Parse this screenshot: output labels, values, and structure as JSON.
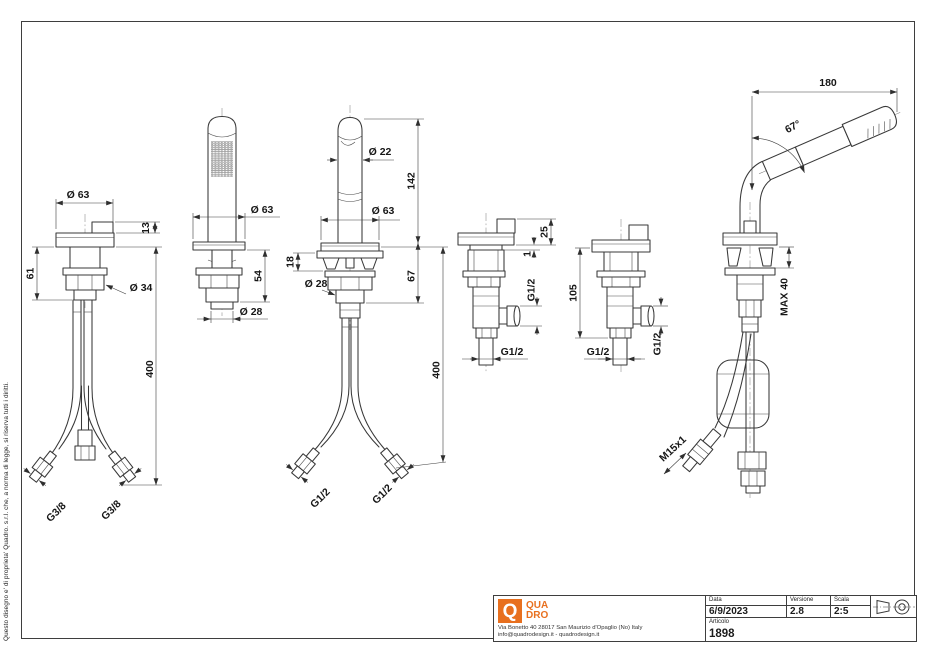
{
  "page": {
    "copyright": "Questo disegno e' di proprieta' Quadro. s.r.l. che, a norma di legge, si riserva tutti i diritti."
  },
  "drawing": {
    "view1": {
      "dia63": "Ø 63",
      "h13": "13",
      "h61": "61",
      "dia34": "Ø 34",
      "len400": "400",
      "g_left": "G3/8",
      "g_right": "G3/8"
    },
    "view2": {
      "dia63": "Ø 63",
      "h54": "54",
      "dia28": "Ø 28"
    },
    "view3": {
      "dia22": "Ø 22",
      "h142": "142",
      "dia63": "Ø 63",
      "h18": "18",
      "dia28": "Ø 28",
      "h67": "67",
      "len400": "400",
      "g_left": "G1/2",
      "g_right": "G1/2"
    },
    "view4": {
      "h25": "25",
      "h1": "1",
      "g_side": "G1/2",
      "g_bottom": "G1/2"
    },
    "view5": {
      "h105": "105",
      "g_bottom": "G1/2",
      "g_side": "G1/2"
    },
    "view6": {
      "len180": "180",
      "angle": "67°",
      "max": "MAX 40",
      "thread": "M15x1"
    }
  },
  "title_block": {
    "logo": {
      "q": "Q",
      "line1": "QUA",
      "line2": "DRO",
      "accent": "#e8701f"
    },
    "address_line1": "Via Bonetto 40  28017 San Maurizio d'Opaglio (No) Italy",
    "address_line2": "info@quadrodesign.it  -  quadrodesign.it",
    "data_label": "Data",
    "data_value": "6/9/2023",
    "versione_label": "Versione",
    "versione_value": "2.8",
    "scala_label": "Scala",
    "scala_value": "2:5",
    "articolo_label": "Articolo",
    "articolo_value": "1898"
  }
}
